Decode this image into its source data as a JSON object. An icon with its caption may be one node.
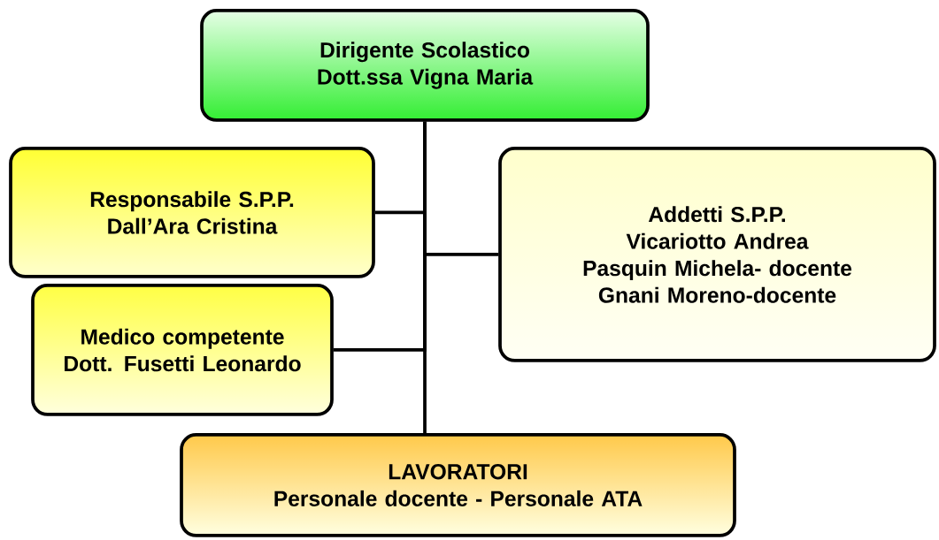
{
  "diagram": {
    "nodes": [
      {
        "text": [
          "Dirigente Scolastico",
          "Dott.ssa Vigna Maria"
        ]
      },
      {
        "text": [
          "Responsabile S.P.P.",
          "Dall’Ara Cristina"
        ]
      },
      {
        "text": [
          "Addetti S.P.P.",
          "Vicariotto Andrea",
          "Pasquin Michela- docente",
          "Gnani Moreno-docente"
        ]
      },
      {
        "text": [
          "Medico competente Dott. Fusetti Leonardo"
        ]
      },
      {
        "text": [
          "LAVORATORI",
          "Personale docente - Personale ATA"
        ]
      }
    ],
    "edges": [
      {
        "from": 0,
        "to": 1,
        "arrow": "none"
      },
      {
        "from": 0,
        "to": 2,
        "arrow": "none"
      },
      {
        "from": 0,
        "to": 3,
        "arrow": "none"
      },
      {
        "from": 0,
        "to": 4,
        "arrow": "none"
      }
    ]
  }
}
